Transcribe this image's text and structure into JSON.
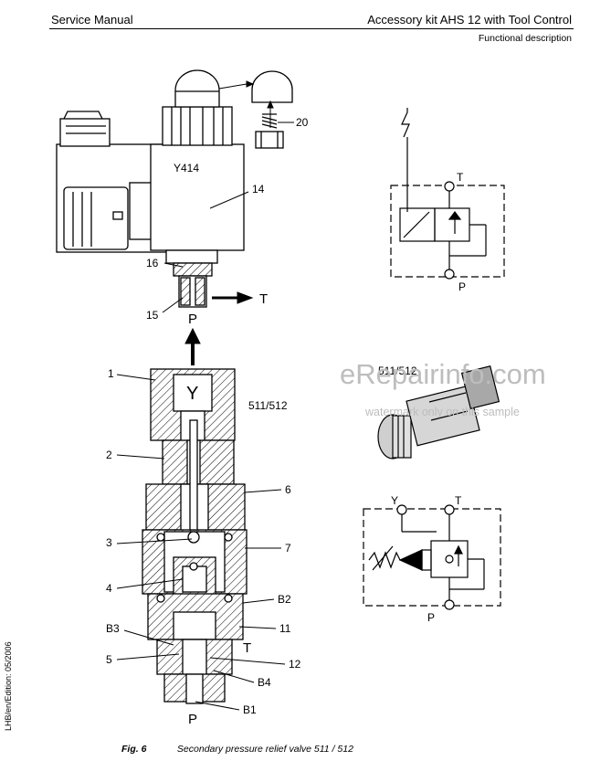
{
  "header": {
    "left": "Service Manual",
    "right": "Accessory kit AHS 12 with Tool Control",
    "sub": "Functional description"
  },
  "side_label": "LHB/en/Edition: 05/2006",
  "caption": {
    "fig": "Fig. 6",
    "text": "Secondary pressure relief valve 511 / 512"
  },
  "watermark": {
    "main": "eRepairinfo.com",
    "sub": "watermark only on this sample"
  },
  "labels": {
    "n20": "20",
    "y414": "Y414",
    "n14": "14",
    "n16": "16",
    "n15": "15",
    "port_p": "P",
    "port_t": "T",
    "port_y": "Y",
    "valve_no": "511/512",
    "n1": "1",
    "n2": "2",
    "n3": "3",
    "n4": "4",
    "n5": "5",
    "n6": "6",
    "n7": "7",
    "n11": "11",
    "n12": "12",
    "b1": "B1",
    "b2": "B2",
    "b3": "B3",
    "b4": "B4"
  },
  "colors": {
    "line": "#000000",
    "watermark": "#bdbdbd"
  }
}
